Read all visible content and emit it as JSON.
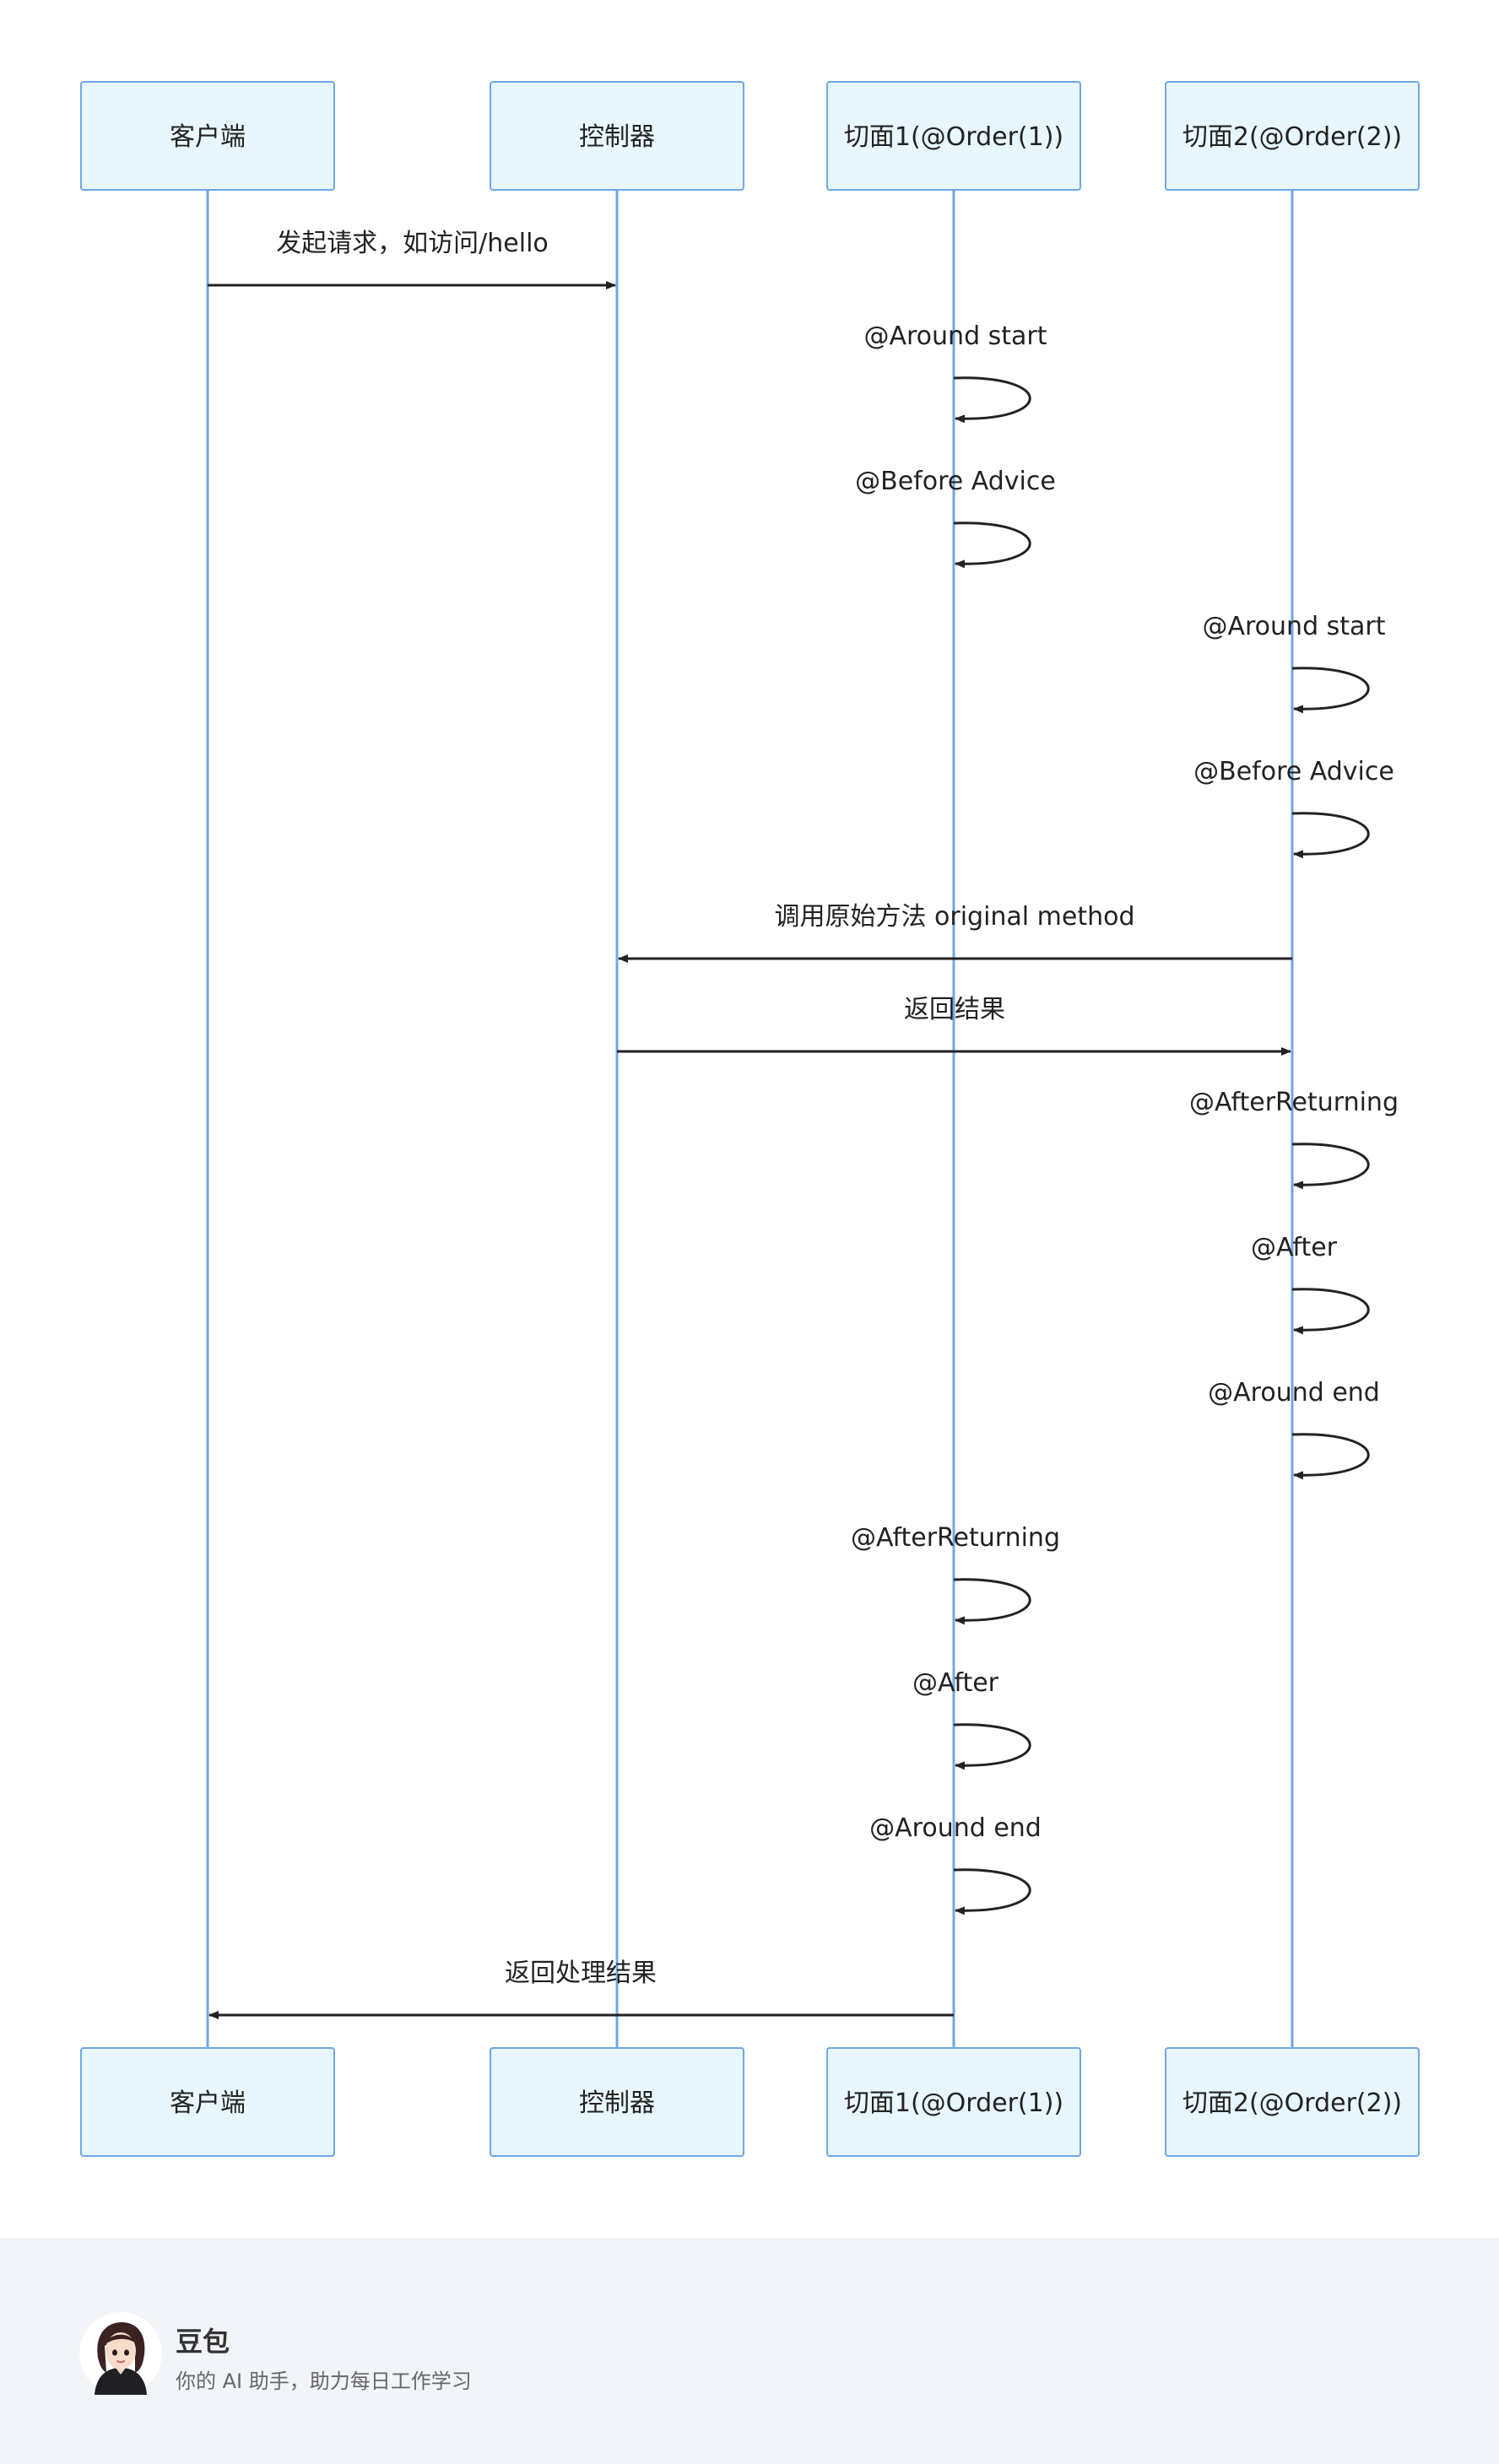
{
  "diagram": {
    "participants": [
      {
        "id": "client",
        "label": "客户端"
      },
      {
        "id": "controller",
        "label": "控制器"
      },
      {
        "id": "aspect1",
        "label": "切面1(@Order(1))"
      },
      {
        "id": "aspect2",
        "label": "切面2(@Order(2))"
      }
    ],
    "messages": [
      {
        "from": "client",
        "to": "controller",
        "label": "发起请求，如访问/hello"
      },
      {
        "from": "aspect1",
        "to": "aspect1",
        "label": "@Around start"
      },
      {
        "from": "aspect1",
        "to": "aspect1",
        "label": "@Before Advice"
      },
      {
        "from": "aspect2",
        "to": "aspect2",
        "label": "@Around start"
      },
      {
        "from": "aspect2",
        "to": "aspect2",
        "label": "@Before Advice"
      },
      {
        "from": "aspect2",
        "to": "controller",
        "label": "调用原始方法 original method"
      },
      {
        "from": "controller",
        "to": "aspect2",
        "label": "返回结果"
      },
      {
        "from": "aspect2",
        "to": "aspect2",
        "label": "@AfterReturning"
      },
      {
        "from": "aspect2",
        "to": "aspect2",
        "label": "@After"
      },
      {
        "from": "aspect2",
        "to": "aspect2",
        "label": "@Around end"
      },
      {
        "from": "aspect1",
        "to": "aspect1",
        "label": "@AfterReturning"
      },
      {
        "from": "aspect1",
        "to": "aspect1",
        "label": "@After"
      },
      {
        "from": "aspect1",
        "to": "aspect1",
        "label": "@Around end"
      },
      {
        "from": "aspect1",
        "to": "client",
        "label": "返回处理结果"
      }
    ],
    "colors": {
      "box_fill": "#e8f6fd",
      "box_stroke": "#6ea7e6",
      "lifeline": "#6ea7e6",
      "arrow": "#222222",
      "text": "#222222"
    }
  },
  "footer": {
    "brand_name": "豆包",
    "tagline": "你的 AI 助手，助力每日工作学习",
    "avatar_icon": "avatar-girl-icon",
    "background": "#f1f4f9"
  }
}
